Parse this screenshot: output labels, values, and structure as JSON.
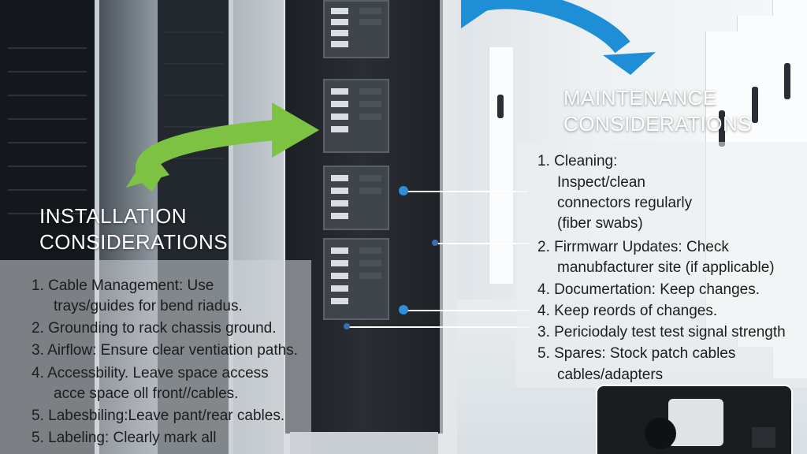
{
  "installation": {
    "heading_line1": "INSTALLATION",
    "heading_line2": "CONSIDERATIONS",
    "items": [
      "1. Cable Management: Use",
      "trays/guides for bend riadus.",
      "2. Grounding to rack chassis ground.",
      "3. Airflow: Ensure clear ventiation paths.",
      "4. Accessbility. Leave space access",
      "acce space oll front//cables.",
      "5. Labesbiling:Leave pant/rear cables.",
      "5. Labeling:   Clearly mark all"
    ]
  },
  "maintenance": {
    "heading_line1": "MAINTENANCE",
    "heading_line2": "CONSIDERATIONS",
    "items": [
      "1. Cleaning:",
      "Inspect/clean",
      "connectors regularly",
      "(fiber swabs)",
      "2. Firrmwarr Updates: Check",
      "manubfacturer site (if applicable)",
      "4. Documertation: Keep changes.",
      "4. Keep reords of changes.",
      "3. Periciodaly test test signal strength",
      "5. Spares: Stock patch cables",
      "cables/adapters"
    ]
  },
  "colors": {
    "install_arrow": "#7dc242",
    "maint_arrow": "#1e8fd6",
    "callout_dot": "#2f8fd8"
  }
}
